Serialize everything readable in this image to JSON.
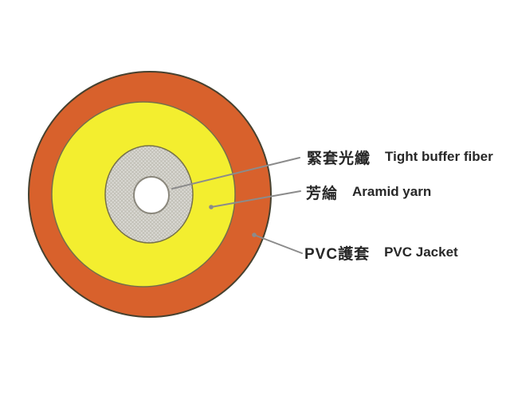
{
  "colors": {
    "background": "#ffffff",
    "jacket_orange": "#d8612c",
    "aramid_yellow": "#f3ee2f",
    "buffer_gray": "#dcdbd6",
    "buffer_hatch": "#c1bfb6",
    "core_white": "#ffffff",
    "outline_dark": "#46412f",
    "outline_olive": "#75704a",
    "outline_gray": "#8b887d",
    "leader_line": "#8b8b8b",
    "text": "#272727"
  },
  "diagram": {
    "labels": [
      {
        "zh": "緊套光纖",
        "en": "Tight buffer fiber"
      },
      {
        "zh": "芳綸",
        "en": "Aramid yarn"
      },
      {
        "zh": "PVC護套",
        "en": "PVC Jacket"
      }
    ]
  }
}
